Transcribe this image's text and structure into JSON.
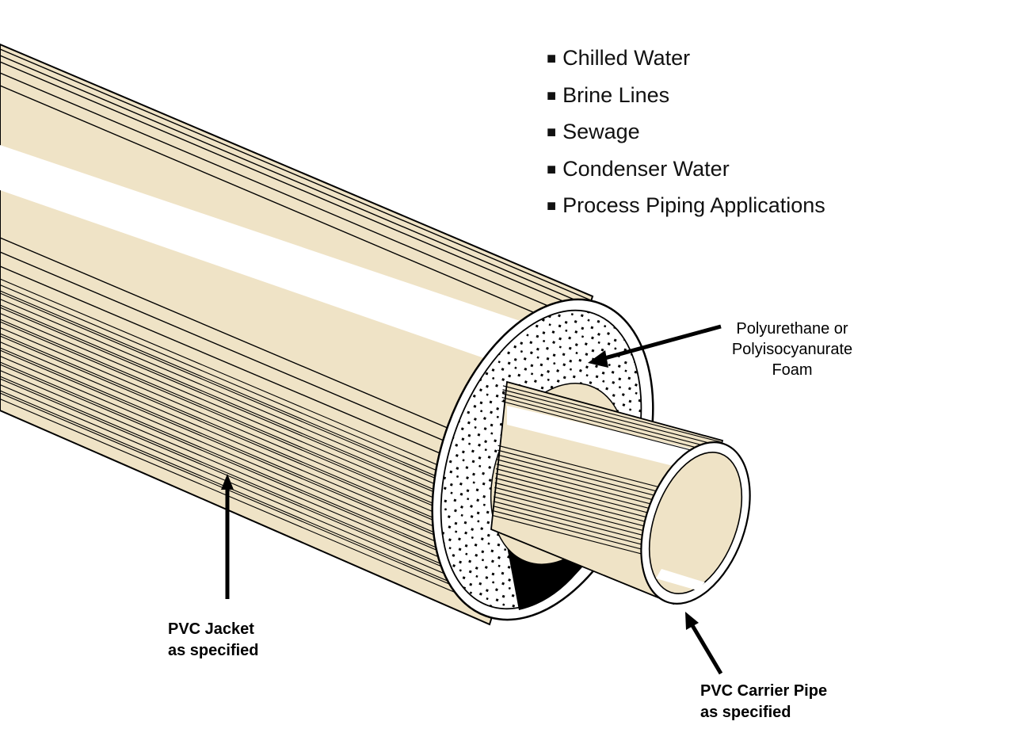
{
  "applications": [
    {
      "bullet": "■",
      "label": "Chilled Water"
    },
    {
      "bullet": "■",
      "label": "Brine Lines"
    },
    {
      "bullet": "■",
      "label": "Sewage"
    },
    {
      "bullet": "■",
      "label": "Condenser Water"
    },
    {
      "bullet": "■",
      "label": "Process Piping Applications"
    }
  ],
  "callouts": {
    "foam": [
      "Polyurethane or",
      "Polyisocyanurate",
      "Foam"
    ],
    "jacket": [
      "PVC Jacket",
      "as specified"
    ],
    "carrier": [
      "PVC Carrier Pipe",
      "as specified"
    ]
  },
  "colors": {
    "pipe_fill": "#EFE3C6",
    "highlight": "#FFFFFF",
    "outline": "#000000"
  }
}
